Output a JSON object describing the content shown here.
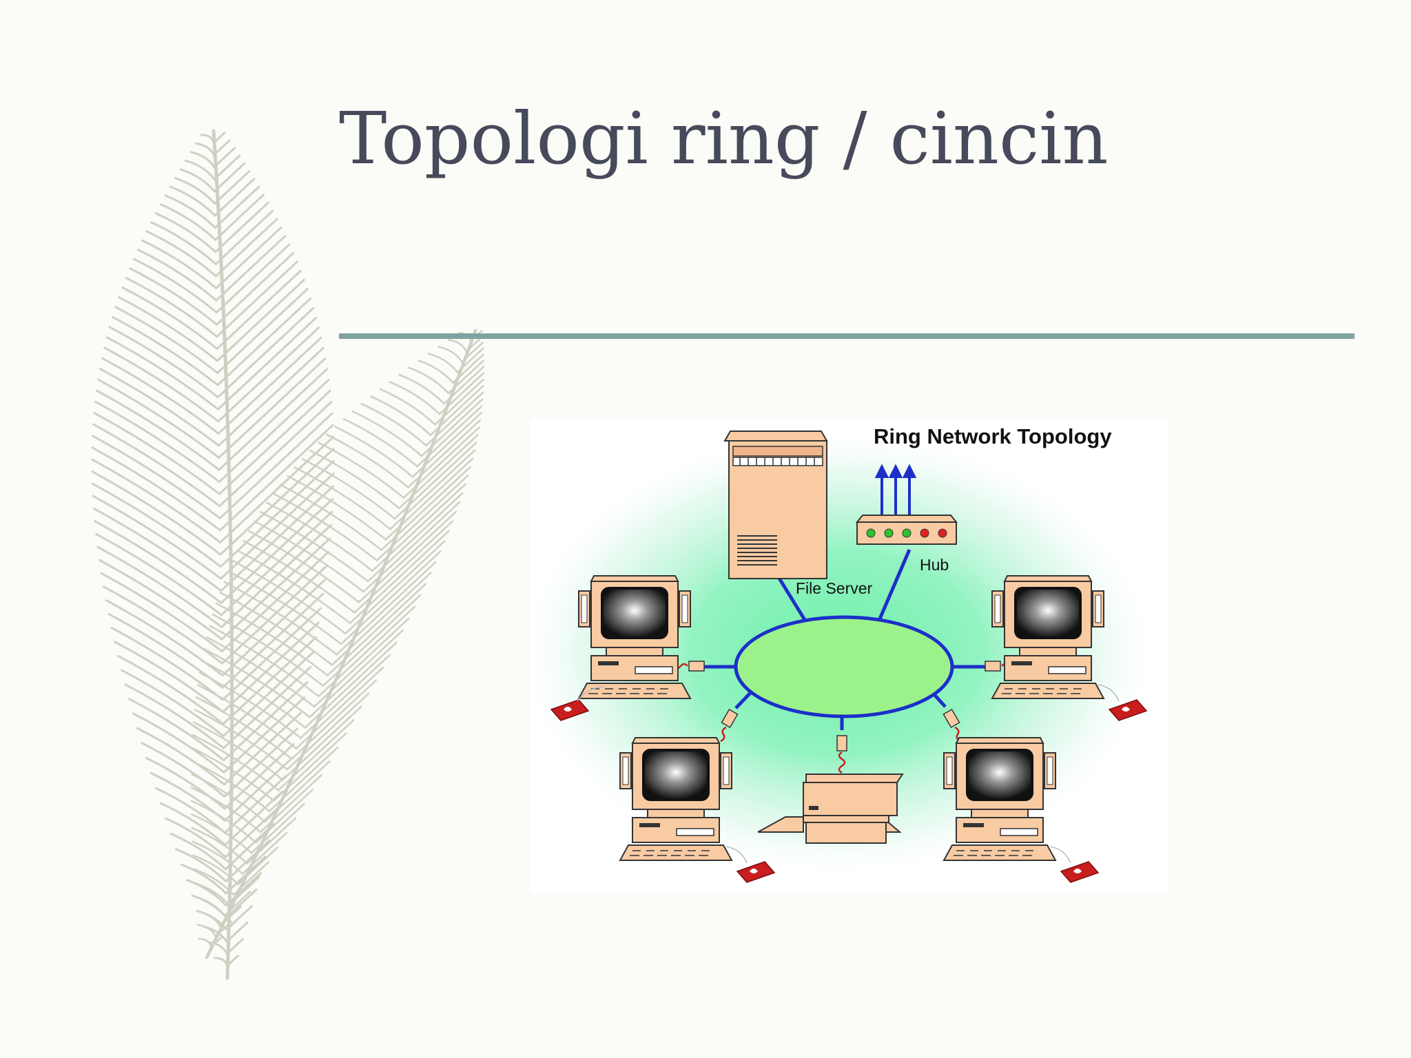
{
  "slide": {
    "title": "Topologi ring / cincin"
  },
  "diagram": {
    "heading": "Ring Network Topology",
    "labels": {
      "file_server": "File Server",
      "hub": "Hub"
    }
  },
  "colors": {
    "background": "#fbfbf7",
    "title": "#474a5a",
    "rule": "#7fa3a0",
    "feather": "#cfcfc2",
    "ring_fill": "#9cf28a",
    "ring_stroke": "#1c2fc9",
    "device_beige": "#f8cba3",
    "halo_center": "#7ff0b4",
    "mouse_pad": "#c81e1e",
    "led_green": "#2cc22c",
    "led_red": "#e02020"
  },
  "icons": [
    "feather-decoration",
    "file-server-icon",
    "hub-icon",
    "computer-icon",
    "printer-icon",
    "mouse-icon"
  ]
}
